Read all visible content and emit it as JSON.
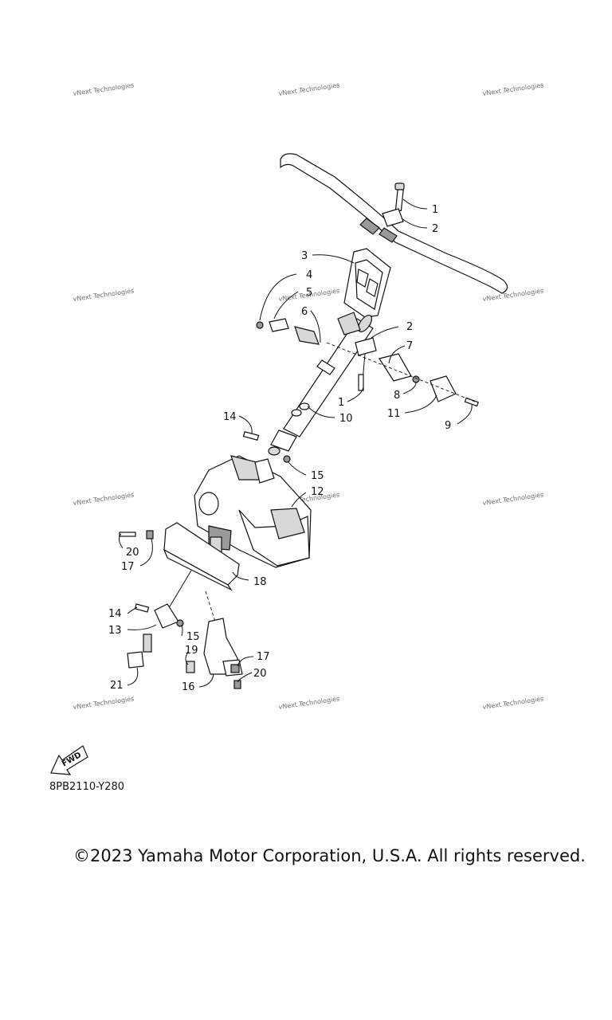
{
  "diagram": {
    "watermark_text": "vNext Technologies",
    "fwd_label": "FWD",
    "code": "8PB2110-Y280",
    "copyright": "©2023 Yamaha Motor Corporation, U.S.A. All rights reserved.",
    "callouts": [
      "1",
      "2",
      "3",
      "4",
      "5",
      "6",
      "2",
      "7",
      "1",
      "8",
      "11",
      "9",
      "14",
      "10",
      "15",
      "12",
      "20",
      "17",
      "18",
      "14",
      "13",
      "15",
      "19",
      "17",
      "20",
      "16",
      "21"
    ],
    "icons": [
      "fwd-arrow-icon"
    ]
  }
}
